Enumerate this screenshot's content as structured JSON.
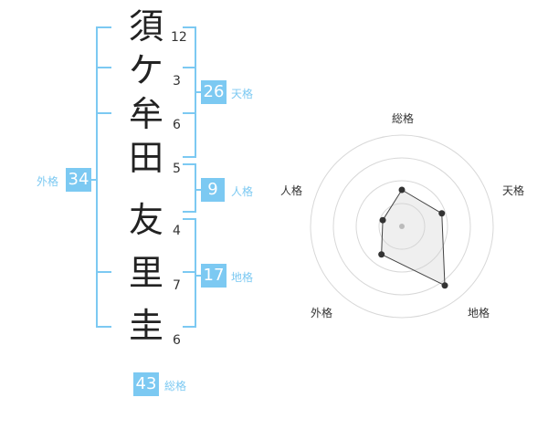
{
  "name": {
    "chars": [
      "須",
      "ケ",
      "牟",
      "田",
      "友",
      "里",
      "圭"
    ],
    "strokes": [
      "12",
      "3",
      "6",
      "5",
      "4",
      "7",
      "6"
    ]
  },
  "fortune": {
    "tenkaku": {
      "value": "26",
      "label": "天格"
    },
    "jinkaku": {
      "value": "9",
      "label": "人格"
    },
    "chikaku": {
      "value": "17",
      "label": "地格"
    },
    "gaikaku": {
      "value": "34",
      "label": "外格"
    },
    "soukaku": {
      "value": "43",
      "label": "総格"
    }
  },
  "radar": {
    "axes": [
      "総格",
      "天格",
      "地格",
      "外格",
      "人格"
    ],
    "values": [
      2.0,
      2.3,
      4.0,
      1.9,
      1.1
    ],
    "max": 5
  },
  "colors": {
    "accent": "#7cc9f2",
    "line": "#444444"
  }
}
